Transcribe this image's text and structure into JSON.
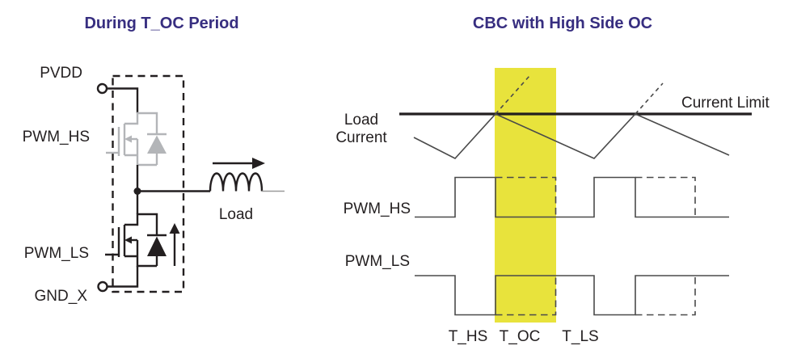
{
  "colors": {
    "title": "#372e80",
    "text": "#231f20",
    "circuit_black": "#231f20",
    "disabled_gray": "#b3b5b8",
    "waveform_line": "#4a4a4a",
    "highlight_yellow": "#e8e33c"
  },
  "left_panel": {
    "title": "During T_OC Period",
    "labels": {
      "pvdd": "PVDD",
      "pwm_hs": "PWM_HS",
      "pwm_ls": "PWM_LS",
      "gnd_x": "GND_X",
      "load": "Load"
    },
    "description": "Half-bridge: high-side MOSFET disabled (gray), low-side MOSFET body diode conducting upward into the load inductor"
  },
  "right_panel": {
    "title": "CBC with High Side OC",
    "labels": {
      "load_current_line1": "Load",
      "load_current_line2": "Current",
      "current_limit": "Current Limit",
      "pwm_hs": "PWM_HS",
      "pwm_ls": "PWM_LS",
      "t_hs": "T_HS",
      "t_oc": "T_OC",
      "t_ls": "T_LS"
    },
    "timing": {
      "periods": [
        "T_HS",
        "T_OC",
        "T_LS"
      ],
      "pwm_hs": "high during T_HS, forced low at current-limit trip for T_OC (intended pulse shown dashed), stays low through T_LS, repeats",
      "pwm_ls": "low during T_HS, turned on during T_OC and T_LS (intended off-state shown dashed)",
      "load_current": "ramps up while PWM_HS is high, clipped at Current Limit (overshoot shown dashed), ramps down during T_OC and T_LS",
      "highlighted_period": "T_OC"
    }
  }
}
